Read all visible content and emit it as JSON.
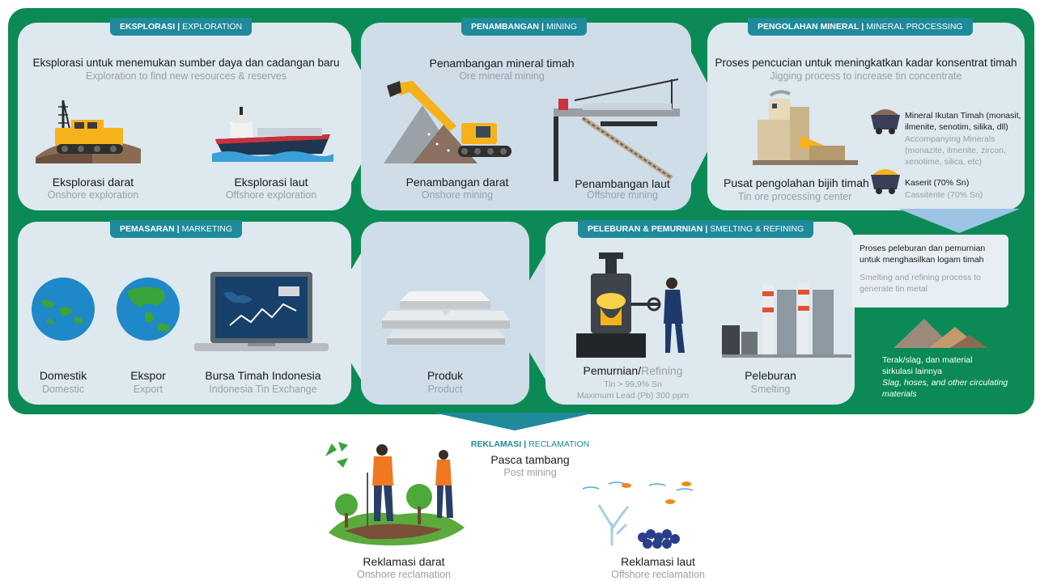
{
  "exploration": {
    "tag_bold": "EKSPLORASI",
    "tag_sep": "|",
    "tag_light": "EXPLORATION",
    "title": "Eksplorasi untuk menemukan sumber daya dan cadangan baru",
    "subtitle": "Exploration to find new resources & reserves",
    "onshore": "Eksplorasi darat",
    "onshore_en": "Onshore exploration",
    "offshore": "Eksplorasi laut",
    "offshore_en": "Offshore exploration"
  },
  "mining": {
    "tag_bold": "PENAMBANGAN",
    "tag_sep": "|",
    "tag_light": "MINING",
    "title": "Penambangan mineral timah",
    "subtitle": "Ore mineral mining",
    "onshore": "Penambangan darat",
    "onshore_en": "Onshore mining",
    "offshore": "Penambangan laut",
    "offshore_en": "Offshore mining"
  },
  "processing": {
    "tag_bold": "PENGOLAHAN MINERAL",
    "tag_sep": "|",
    "tag_light": "MINERAL PROCESSING",
    "title": "Proses pencucian untuk meningkatkan kadar konsentrat timah",
    "subtitle": "Jigging process to increase tin concentrate",
    "center": "Pusat pengolahan bijih timah",
    "center_en": "Tin ore processing center",
    "minerals": "Mineral Ikutan Timah (monasit, ilmenite, senotim, silika, dll)",
    "minerals_en": "Accompanying Minerals (monazite, ilmenite, zircon, xenotime, silica, etc)",
    "kaserit": "Kaserit (70% Sn)",
    "kaserit_en": "Cassiterite (70% Sn)"
  },
  "marketing": {
    "tag_bold": "PEMASARAN",
    "tag_sep": "|",
    "tag_light": "MARKETING",
    "domestic": "Domestik",
    "domestic_en": "Domestic",
    "export": "Ekspor",
    "export_en": "Export",
    "exchange": "Bursa Timah Indonesia",
    "exchange_en": "Indonesia Tin Exchange"
  },
  "product": {
    "label": "Produk",
    "label_en": "Product"
  },
  "smelting": {
    "tag_bold": "PELEBURAN & PEMURNIAN",
    "tag_sep": "|",
    "tag_light": "SMELTING & REFINING",
    "refining": "Pemurnian/",
    "refining_en": "Refining",
    "tin_spec": "Tin > 99,9% Sn",
    "lead_spec": "Maximum Lead (Pb) 300 ppm",
    "smelting": "Peleburan",
    "smelting_en": "Smelting",
    "note": "Proses peleburan dan pemurnian untuk menghasilkan logam timah",
    "note_en": "Smelting and refining process to generate tin metal",
    "slag": "Terak/slag, dan material sirkulasi lainnya",
    "slag_en": "Slag, hoses, and other circulating materials"
  },
  "reclamation": {
    "tag_bold": "REKLAMASI",
    "tag_sep": "|",
    "tag_light": "RECLAMATION",
    "title": "Pasca tambang",
    "subtitle": "Post mining",
    "onshore": "Reklamasi darat",
    "onshore_en": "Onshore reclamation",
    "offshore": "Reklamasi laut",
    "offshore_en": "Offshore reclamation"
  },
  "colors": {
    "frame_green": "#0b8a56",
    "panel": "#dde8ef",
    "tag_teal": "#1e8a9a",
    "subtext_gray": "#9aa0a6",
    "machine_yellow": "#f5b21a",
    "ship_red": "#c8323a"
  }
}
